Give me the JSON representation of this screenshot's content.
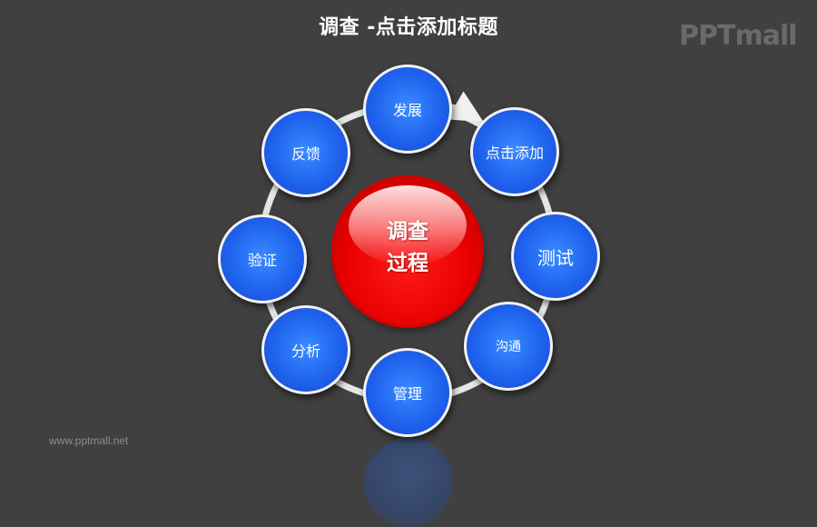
{
  "header": {
    "title": "调查 -点击添加标题",
    "logo": "PPTmall"
  },
  "diagram": {
    "center": {
      "line1": "调查",
      "line2": "过程",
      "color": "#e60000"
    },
    "node_color": "#1f63ee",
    "link_color": "#e8e8e8",
    "nodes": [
      {
        "label": "发展"
      },
      {
        "label": "点击添加"
      },
      {
        "label": "测试"
      },
      {
        "label": "沟通"
      },
      {
        "label": "管理"
      },
      {
        "label": "分析"
      },
      {
        "label": "验证"
      },
      {
        "label": "反馈"
      }
    ],
    "arrow": {
      "from": "发展",
      "to": "点击添加"
    }
  },
  "footer": {
    "url": "www.pptmall.net"
  }
}
